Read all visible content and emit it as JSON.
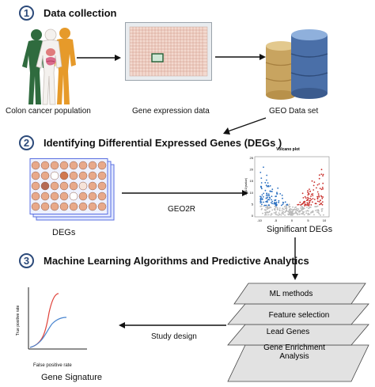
{
  "steps": [
    {
      "number": "1",
      "title": "Data collection"
    },
    {
      "number": "2",
      "title": "Identifying  Differential Expressed Genes (DEGs )"
    },
    {
      "number": "3",
      "title": "Machine Learning Algorithms and Predictive Analytics"
    }
  ],
  "step1": {
    "population_label": "Colon cancer population",
    "expression_label": "Gene expression data",
    "geo_label": "GEO Data set"
  },
  "step2": {
    "degs_label": "DEGs",
    "arrow_label": "GEO2R",
    "volcano_title": "Volcano plot",
    "volcano_ylabel": "-log10(pvalue)",
    "volcano_yticks": [
      "25",
      "20",
      "15",
      "10",
      "5",
      "0"
    ],
    "volcano_xticks": [
      "-10",
      "-5",
      "0",
      "5",
      "10"
    ],
    "significant_label": "Significant DEGs"
  },
  "step3": {
    "layers": [
      "ML methods",
      "Feature selection",
      "Lead  Genes",
      "Gene Enrichment\nAnalysis"
    ],
    "arrow_label": "Study design",
    "roc_ylabel": "True positive rate",
    "roc_xlabel": "False positive rate",
    "signature_label": "Gene Signature"
  },
  "colors": {
    "step_circle": "#2c4a7a",
    "up_regulated": "#c9302c",
    "down_regulated": "#2a6fc0",
    "roc_red": "#e0423a",
    "roc_blue": "#4a86d0",
    "well_fill": "#e8a98a"
  }
}
